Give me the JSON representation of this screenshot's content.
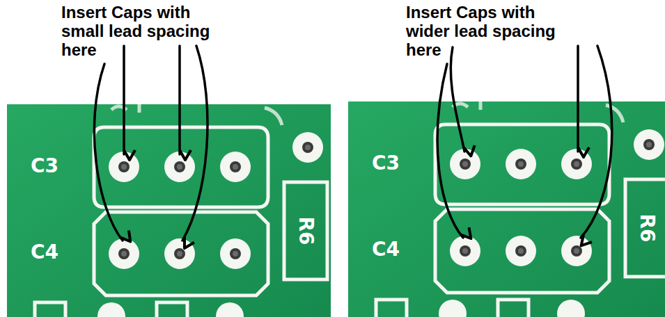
{
  "diagram": {
    "labels": [
      "Insert Caps with small lead spacing here",
      "C3",
      "C4",
      "R6",
      "Insert Caps with wider lead spacing here",
      "C3",
      "C4",
      "R6"
    ]
  }
}
